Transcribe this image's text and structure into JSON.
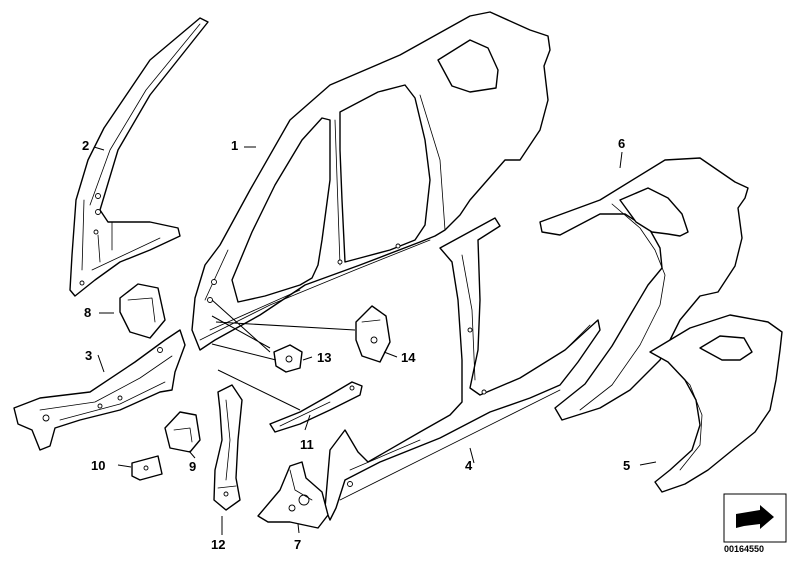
{
  "diagram": {
    "type": "exploded-parts-view",
    "subject": "body side frame",
    "diagram_id": "00164550",
    "line_color": "#000000",
    "background": "#ffffff"
  },
  "callouts": [
    {
      "id": "c1",
      "label": "1",
      "part": "side-frame"
    },
    {
      "id": "c2",
      "label": "2",
      "part": "a-pillar-inner"
    },
    {
      "id": "c3",
      "label": "3",
      "part": "front-wheelhouse-bracket"
    },
    {
      "id": "c4",
      "label": "4",
      "part": "b-pillar-rocker"
    },
    {
      "id": "c5",
      "label": "5",
      "part": "rear-quarter-panel"
    },
    {
      "id": "c6",
      "label": "6",
      "part": "rear-side-panel"
    },
    {
      "id": "c7",
      "label": "7",
      "part": "rocker-end-bracket"
    },
    {
      "id": "c8",
      "label": "8",
      "part": "reinforcement-plate"
    },
    {
      "id": "c9",
      "label": "9",
      "part": "small-bracket"
    },
    {
      "id": "c10",
      "label": "10",
      "part": "cover-plate"
    },
    {
      "id": "c11",
      "label": "11",
      "part": "reinforcement-strip"
    },
    {
      "id": "c12",
      "label": "12",
      "part": "hinge-pillar-bracket"
    },
    {
      "id": "c13",
      "label": "13",
      "part": "mounting-bracket"
    },
    {
      "id": "c14",
      "label": "14",
      "part": "support-bracket"
    }
  ]
}
